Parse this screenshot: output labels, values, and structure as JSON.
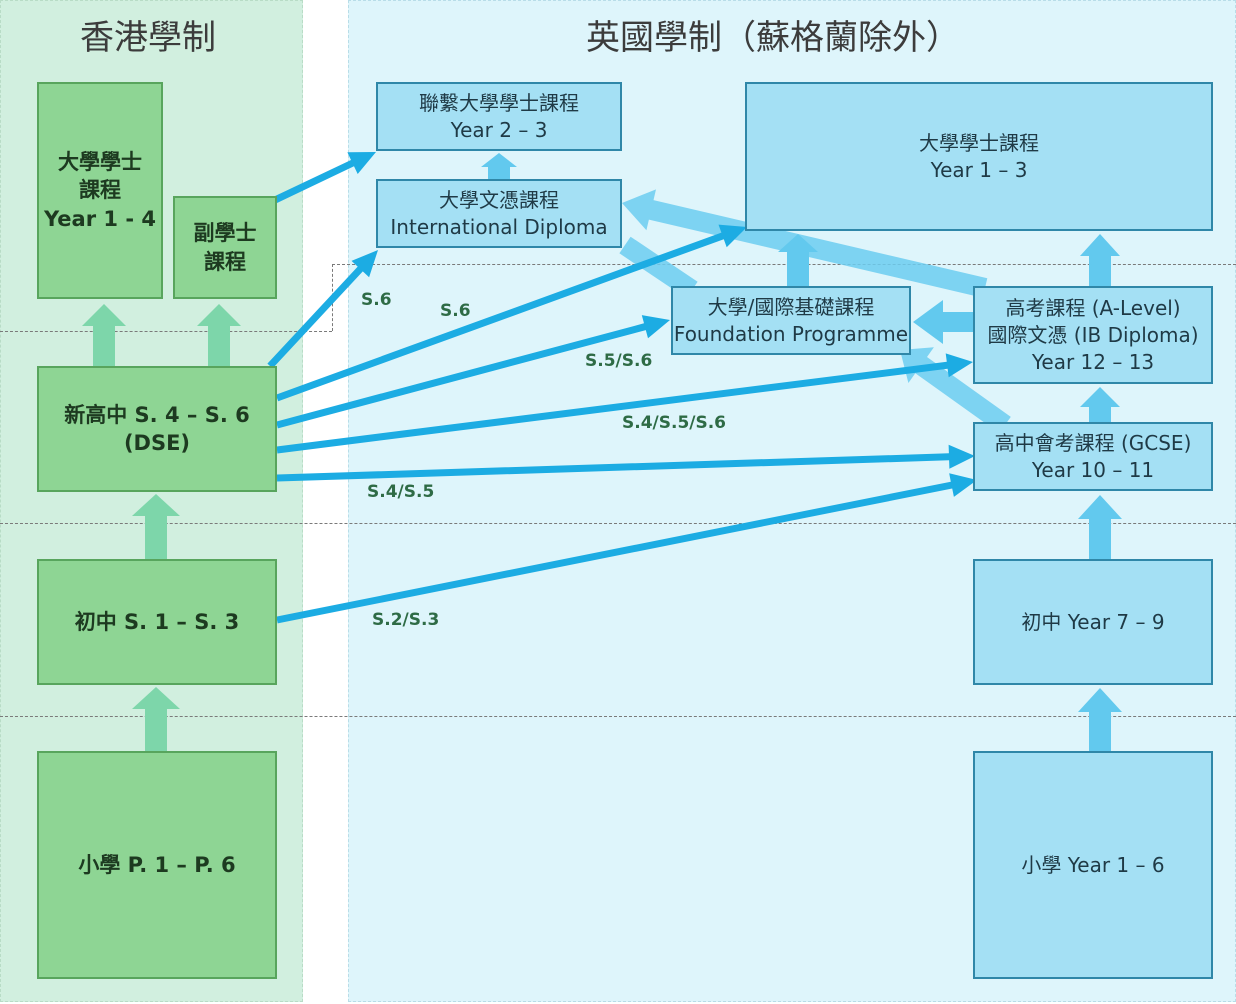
{
  "colors": {
    "hk_zone": "#d1efdf",
    "uk_zone": "#def5fb",
    "hk_box_fill": "#8ed594",
    "hk_box_border": "#58a55d",
    "uk_box_fill": "#a4e0f4",
    "uk_box_border": "#2f87a8",
    "hk_up_arrow": "#7dd6aa",
    "uk_up_arrow": "#62c9ee",
    "transfer_arrow": "#1cace3",
    "faded_arrow": "#6ccdf0",
    "route_label": "#2e6b45"
  },
  "hk_system": {
    "title": "香港學制",
    "boxes": {
      "university": [
        "大學學士",
        "課程",
        "Year 1 - 4"
      ],
      "associate": [
        "副學士",
        "課程"
      ],
      "senior_secondary": [
        "新高中 S. 4 – S. 6",
        "(DSE)"
      ],
      "junior_secondary": [
        "初中 S. 1 – S. 3"
      ],
      "primary": [
        "小學 P. 1 – P. 6"
      ]
    }
  },
  "uk_system": {
    "title": "英國學制（蘇格蘭除外）",
    "boxes": {
      "top_up_degree": [
        "聯繫大學學士課程",
        "Year 2 – 3"
      ],
      "international_diploma": [
        "大學文憑課程",
        "International Diploma"
      ],
      "university": [
        "大學學士課程",
        "Year 1 – 3"
      ],
      "foundation": [
        "大學/國際基礎課程",
        "Foundation Programme"
      ],
      "a_level": [
        "高考課程 (A-Level)",
        "國際文憑 (IB Diploma)",
        "Year 12 – 13"
      ],
      "gcse": [
        "高中會考課程 (GCSE)",
        "Year 10 – 11"
      ],
      "junior": [
        "初中 Year 7 – 9"
      ],
      "primary": [
        "小學 Year 1 – 6"
      ]
    }
  },
  "route_labels": {
    "associate_to_top_up": "",
    "dse_to_diploma": "S.6",
    "dse_to_university": "S.6",
    "dse_to_foundation": "S.5/S.6",
    "dse_to_alevel": "S.4/S.5/S.6",
    "dse_to_gcse": "S.4/S.5",
    "junior_to_gcse": "S.2/S.3"
  }
}
